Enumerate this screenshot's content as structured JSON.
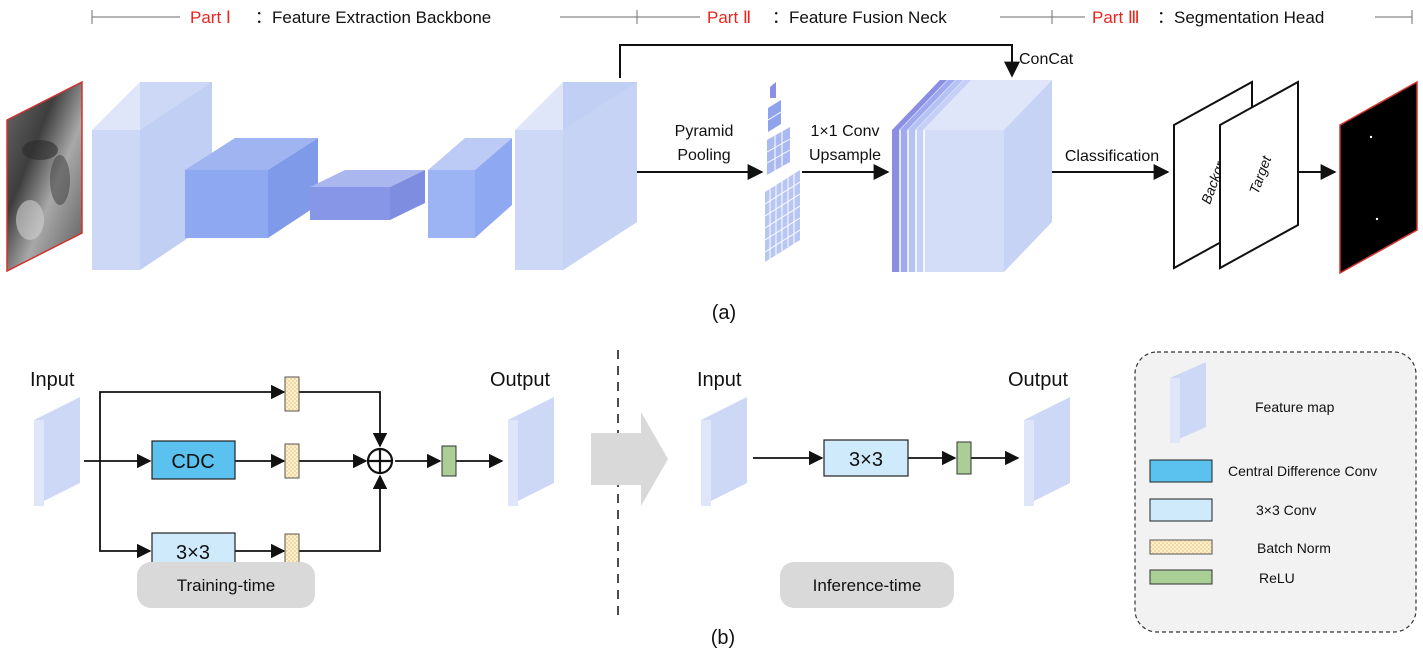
{
  "part_a": {
    "header": {
      "part1_prefix": "Part Ⅰ",
      "part1_text": "：Feature Extraction Backbone",
      "part2_prefix": "Part Ⅱ",
      "part2_text": "：Feature Fusion Neck",
      "part3_prefix": "Part Ⅲ",
      "part3_text": "：Segmentation Head"
    },
    "concat_label": "ConCat",
    "pyramid_label_1": "Pyramid",
    "pyramid_label_2": "Pooling",
    "conv_label_1": "1×1 Conv",
    "conv_label_2": "Upsample",
    "classification_label": "Classification",
    "background_label": "Backgrou",
    "target_label": "Target",
    "caption": "(a)"
  },
  "part_b": {
    "training": {
      "input_label": "Input",
      "output_label": "Output",
      "cdc_label": "CDC",
      "conv_label": "3×3",
      "mode_label": "Training-time"
    },
    "inference": {
      "input_label": "Input",
      "output_label": "Output",
      "conv_label": "3×3",
      "mode_label": "Inference-time"
    },
    "legend": {
      "items": [
        {
          "label": "Feature map"
        },
        {
          "label": "Central Difference Conv"
        },
        {
          "label": "3×3 Conv"
        },
        {
          "label": "Batch Norm"
        },
        {
          "label": "ReLU"
        }
      ]
    },
    "caption": "(b)"
  },
  "colors": {
    "feature_map": "#cdd8f6",
    "feature_side": "#aebcee",
    "cube_front": "#8ea8f2",
    "cube_dark": "#7f94e6",
    "cdc": "#5bc2f0",
    "conv": "#cfeafb",
    "batch_norm": "#fbe7b6",
    "relu": "#a9cf96",
    "header_red": "#e8261e"
  }
}
